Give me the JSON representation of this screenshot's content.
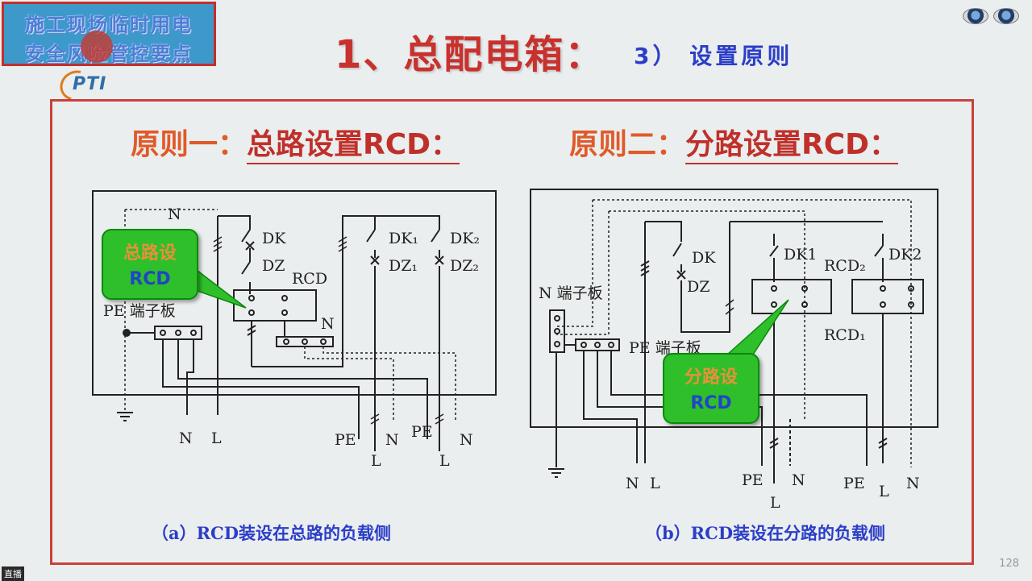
{
  "badge": {
    "line1": "施工现场临时用电",
    "line2": "安全风险管控要点"
  },
  "logo": {
    "text": "PTI"
  },
  "header": {
    "title": "1、总配电箱：",
    "subtitle": "3） 设置原则"
  },
  "left": {
    "heading_lead": "原则一：",
    "heading_sub": "总路设置RCD：",
    "callout_line1": "总路设",
    "callout_line2": "RCD",
    "labels": {
      "n_top": "N",
      "dk": "DK",
      "dz": "DZ",
      "rcd": "RCD",
      "pe_board": "PE 端子板",
      "n_board": "N",
      "dk1": "DK₁",
      "dz1": "DZ₁",
      "dk2": "DK₂",
      "dz2": "DZ₂",
      "out_n": "N",
      "out_l": "L",
      "pe1": "PE",
      "n1": "N",
      "l1": "L",
      "pe2": "PE",
      "n2": "N",
      "l2": "L"
    },
    "caption": "（a）RCD装设在总路的负载侧"
  },
  "right": {
    "heading_lead": "原则二：",
    "heading_sub": "分路设置RCD：",
    "callout_line1": "分路设",
    "callout_line2": "RCD",
    "labels": {
      "n_board": "N 端子板",
      "dk": "DK",
      "dz": "DZ",
      "dk1": "DK1",
      "rcd2": "RCD₂",
      "dk2": "DK2",
      "pe_board": "PE 端子板",
      "rcd1": "RCD₁",
      "out_n": "N",
      "out_l": "L",
      "pe1": "PE",
      "n1": "N",
      "l1": "L",
      "pe2": "PE",
      "l2": "L",
      "n2": "N"
    },
    "caption": "（b）RCD装设在分路的负载侧"
  },
  "footer": {
    "page_number": "128",
    "live_tag": "直播"
  },
  "colors": {
    "border": "#c8403c",
    "title": "#c8322e",
    "subtitle": "#2b3ec8",
    "callout": "#2fbf2b"
  }
}
